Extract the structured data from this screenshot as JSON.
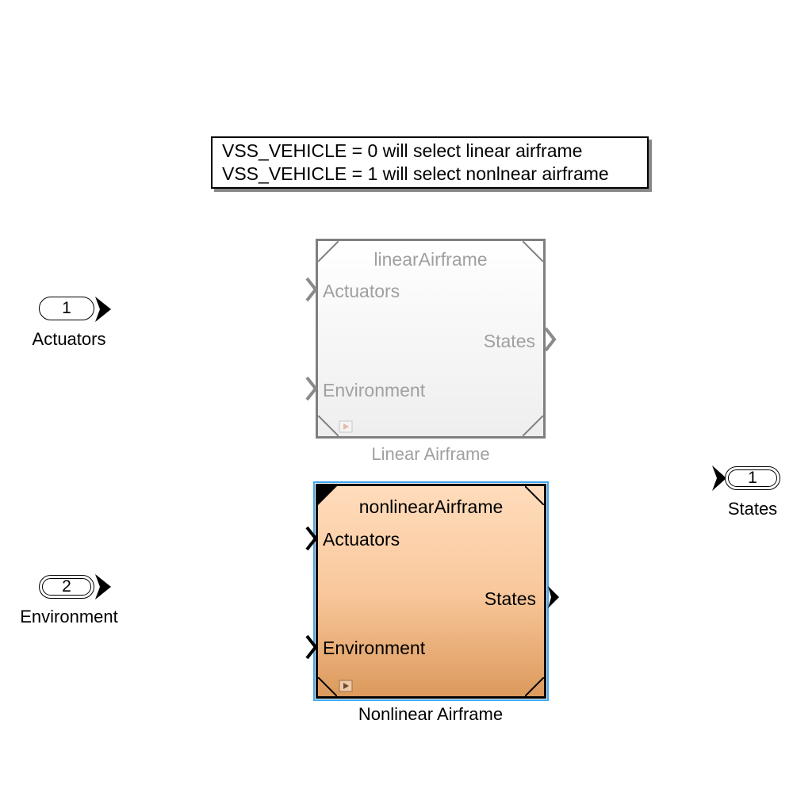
{
  "annotation": {
    "line1": "VSS_VEHICLE = 0 will select linear airframe",
    "line2": "VSS_VEHICLE = 1 will select nonlnear airframe"
  },
  "inports": [
    {
      "number": "1",
      "label": "Actuators"
    },
    {
      "number": "2",
      "label": "Environment"
    }
  ],
  "outport": {
    "number": "1",
    "label": "States"
  },
  "linear_block": {
    "title": "linearAirframe",
    "input1": "Actuators",
    "input2": "Environment",
    "output": "States",
    "label": "Linear Airframe",
    "active": false
  },
  "nonlinear_block": {
    "title": "nonlinearAirframe",
    "input1": "Actuators",
    "input2": "Environment",
    "output": "States",
    "label": "Nonlinear Airframe",
    "active": true,
    "selected": true
  },
  "colors": {
    "inactive_text": "#a0a0a0",
    "inactive_border": "#7f7f7f",
    "active_fill_top": "#ffdcbc",
    "active_fill_bottom": "#dc9a5c",
    "selection": "#40a8f0"
  }
}
